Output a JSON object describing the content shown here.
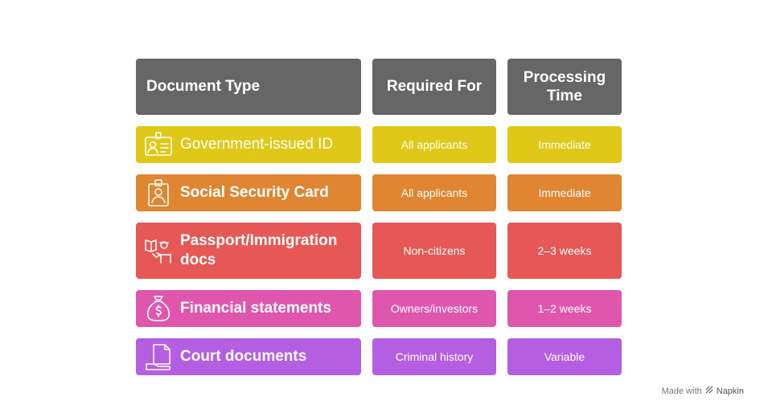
{
  "headers": {
    "document_type": "Document Type",
    "required_for": "Required For",
    "processing_time": "Processing Time"
  },
  "colors": {
    "header": "#666666",
    "row1": "#e0c818",
    "row2": "#e08532",
    "row3": "#e55855",
    "row4": "#df57ad",
    "row5": "#b45ee2"
  },
  "rows": [
    {
      "icon": "id-card-icon",
      "document": "Government-issued ID",
      "required_for": "All applicants",
      "processing_time": "Immediate"
    },
    {
      "icon": "badge-person-icon",
      "document": "Social Security Card",
      "required_for": "All applicants",
      "processing_time": "Immediate"
    },
    {
      "icon": "passport-officer-icon",
      "document": "Passport/Immigration docs",
      "required_for": "Non-citizens",
      "processing_time": "2–3 weeks"
    },
    {
      "icon": "money-bag-icon",
      "document": "Financial statements",
      "required_for": "Owners/investors",
      "processing_time": "1–2 weeks"
    },
    {
      "icon": "document-hand-icon",
      "document": "Court documents",
      "required_for": "Criminal history",
      "processing_time": "Variable"
    }
  ],
  "footer": {
    "made_with": "Made with",
    "brand": "Napkin"
  }
}
